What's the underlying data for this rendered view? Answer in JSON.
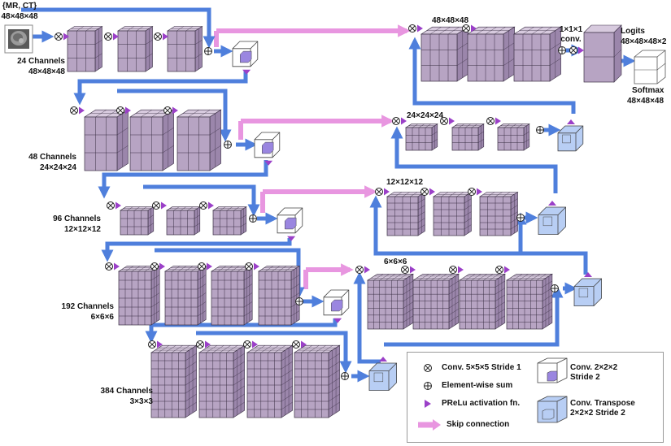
{
  "diagram": {
    "input_label": "{MR, CT}",
    "input_size": "48×48×48",
    "enc_levels": [
      {
        "channels": "24 Channels",
        "size": "48×48×48"
      },
      {
        "channels": "48 Channels",
        "size": "24×24×24"
      },
      {
        "channels": "96 Channels",
        "size": "12×12×12"
      },
      {
        "channels": "192 Channels",
        "size": "6×6×6"
      },
      {
        "channels": "384 Channels",
        "size": "3×3×3"
      }
    ],
    "dec_sizes": [
      "48×48×48",
      "24×24×24",
      "12×12×12",
      "6×6×6"
    ],
    "final_conv": [
      "1×1×1",
      "conv."
    ],
    "logits": [
      "Logits",
      "48×48×48×2"
    ],
    "softmax": [
      "Softmax",
      "48×48×48"
    ]
  },
  "legend": {
    "conv": "Conv. 5×5×5 Stride 1",
    "sum": "Element-wise sum",
    "prelu": "PReLu activation fn.",
    "skip": "Skip connection",
    "down": [
      "Conv. 2×2×2",
      "Stride 2"
    ],
    "up": [
      "Conv. Transpose",
      "2×2×2 Stride 2"
    ]
  },
  "colors": {
    "block_front": "#b7a4c3",
    "block_top": "#d7cade",
    "block_side": "#9b86ab",
    "arrow_blue": "#4f7fdc",
    "skip_pink": "#e896e0",
    "prelu_purple": "#9b40c8",
    "small_cube": "#9a86e0",
    "up_cube": "#b8cef4"
  }
}
